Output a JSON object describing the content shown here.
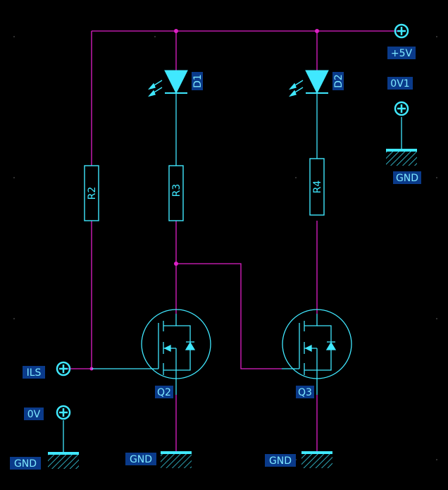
{
  "colors": {
    "background": "#000000",
    "wire": "#e020c8",
    "component": "#40e8ff",
    "label_bg": "#0a3a8a",
    "label_text": "#7fe8ff",
    "grid_dot": "#404040"
  },
  "components": {
    "d1": "D1",
    "d2": "D2",
    "r2": "R2",
    "r3": "R3",
    "r4": "R4",
    "q2": "Q2",
    "q3": "Q3"
  },
  "ports": {
    "plus5v": "+5V",
    "ov1": "0V1",
    "ils": "ILS",
    "ov": "0V"
  },
  "grounds": {
    "gnd_right": "GND",
    "gnd_left": "GND",
    "gnd_q2": "GND",
    "gnd_q3": "GND"
  }
}
